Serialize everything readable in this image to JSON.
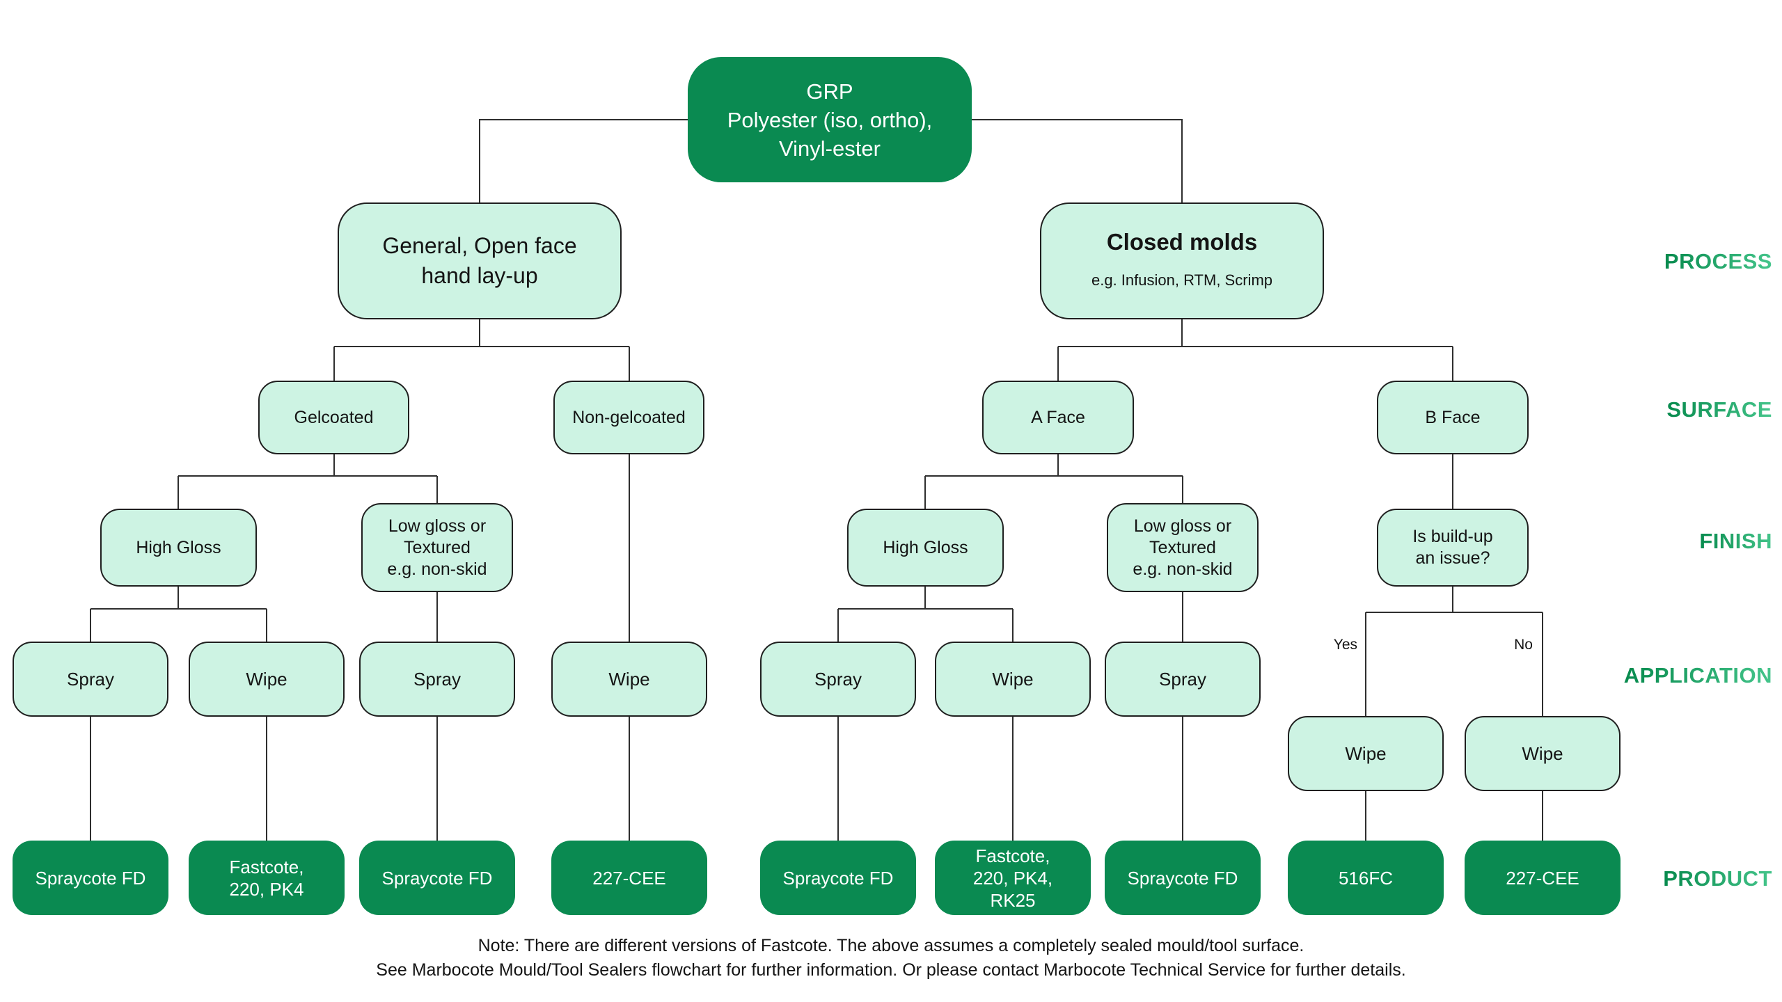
{
  "colors": {
    "product_green": "#0a8a51",
    "option_mint": "#cdf3e3",
    "node_border": "#1f1f1f",
    "connector_line": "#2e2e2e",
    "stage_label_gradient_start": "#078a4d",
    "stage_label_gradient_end": "#45c58b",
    "background": "#ffffff"
  },
  "flowchart": {
    "root": {
      "label": "GRP\nPolyester (iso, ortho),\nVinyl-ester"
    },
    "process": {
      "open_face": {
        "label": "General, Open face\nhand lay-up"
      },
      "closed_molds": {
        "label": "Closed molds",
        "sublabel": "e.g. Infusion, RTM, Scrimp"
      }
    },
    "surface": {
      "gelcoated": "Gelcoated",
      "non_gelcoated": "Non-gelcoated",
      "a_face": "A Face",
      "b_face": "B Face"
    },
    "finish": {
      "high_gloss_open": "High Gloss",
      "low_gloss_open": "Low gloss or\nTextured\ne.g. non-skid",
      "high_gloss_closed": "High Gloss",
      "low_gloss_closed": "Low gloss or\nTextured\ne.g. non-skid",
      "build_up_question": "Is build-up\nan issue?"
    },
    "application": {
      "spray_open_high_gloss": "Spray",
      "wipe_open_high_gloss": "Wipe",
      "spray_open_low_gloss": "Spray",
      "wipe_non_gelcoated": "Wipe",
      "spray_closed_high_gloss": "Spray",
      "wipe_closed_high_gloss": "Wipe",
      "spray_closed_low_gloss": "Spray",
      "wipe_build_up_yes": "Wipe",
      "wipe_build_up_no": "Wipe"
    },
    "branch_labels": {
      "yes": "Yes",
      "no": "No"
    },
    "product": {
      "open_hg_spray": "Spraycote FD",
      "open_hg_wipe": "Fastcote,\n220, PK4",
      "open_lg_spray": "Spraycote FD",
      "non_gelcoated_wipe": "227-CEE",
      "closed_hg_spray": "Spraycote FD",
      "closed_hg_wipe": "Fastcote,\n220, PK4,\nRK25",
      "closed_lg_spray": "Spraycote FD",
      "build_up_yes": "516FC",
      "build_up_no": "227-CEE"
    },
    "stage_labels": [
      "PROCESS",
      "SURFACE",
      "FINISH",
      "APPLICATION",
      "PRODUCT"
    ],
    "note": "Note: There are different versions of Fastcote.  The above assumes a completely sealed mould/tool surface.\nSee Marbocote Mould/Tool Sealers flowchart for further information.  Or please contact Marbocote Technical Service for further details."
  }
}
